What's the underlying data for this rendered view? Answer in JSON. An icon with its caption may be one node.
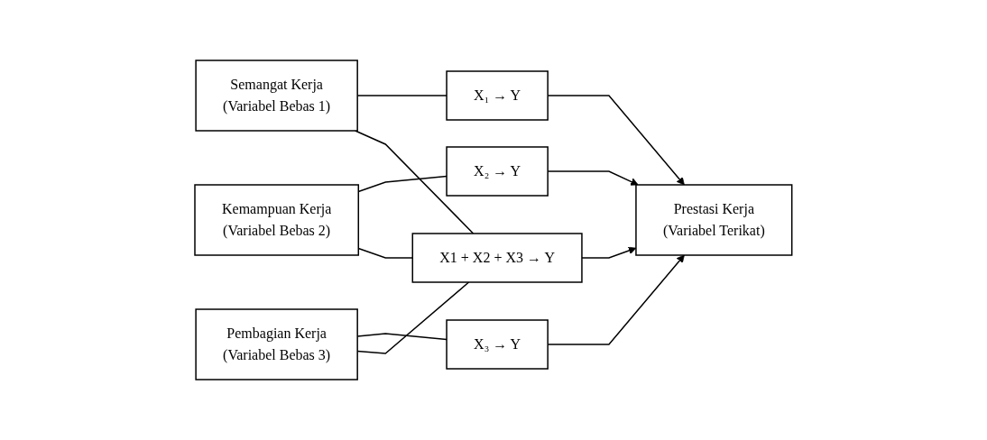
{
  "diagram": {
    "nodes": [
      {
        "text": [
          "Semangat Kerja",
          "(Variabel Bebas 1)"
        ]
      },
      {
        "text": [
          "X₁ → Y"
        ]
      },
      {
        "text": [
          "Kemampuan Kerja",
          "(Variabel Bebas 2)"
        ]
      },
      {
        "text": [
          "X₂ → Y"
        ]
      },
      {
        "text": [
          "Prestasi Kerja",
          "(Variabel Terikat)"
        ]
      },
      {
        "text": [
          "Pembagian Kerja",
          "(Variabel Bebas 3)"
        ]
      },
      {
        "text": [
          "X₃ → Y"
        ]
      },
      {
        "text": [
          "X1 + X2 + X3 → Y"
        ]
      }
    ],
    "edges": [
      {
        "from": 0,
        "to": 1,
        "arrow": "none"
      },
      {
        "from": 1,
        "to": 4,
        "arrow": "to"
      },
      {
        "from": 2,
        "to": 3,
        "arrow": "none"
      },
      {
        "from": 3,
        "to": 4,
        "arrow": "to"
      },
      {
        "from": 5,
        "to": 6,
        "arrow": "none"
      },
      {
        "from": 6,
        "to": 4,
        "arrow": "to"
      },
      {
        "from": 0,
        "to": 7,
        "arrow": "none"
      },
      {
        "from": 2,
        "to": 7,
        "arrow": "none"
      },
      {
        "from": 5,
        "to": 7,
        "arrow": "none"
      },
      {
        "from": 7,
        "to": 4,
        "arrow": "to"
      }
    ]
  }
}
